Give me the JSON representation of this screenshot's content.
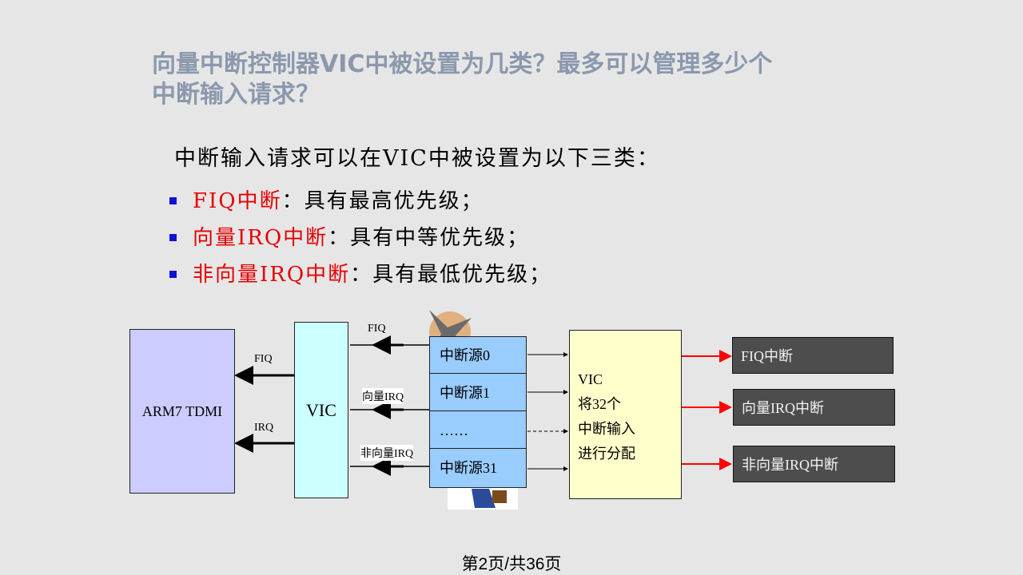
{
  "title": {
    "line1": "向量中断控制器VIC中被设置为几类？最多可以管理多少个",
    "line2": "中断输入请求？"
  },
  "intro": "中断输入请求可以在VIC中被设置为以下三类：",
  "bullets": [
    {
      "label": "FIQ中断",
      "rest": "：具有最高优先级；"
    },
    {
      "label": "向量IRQ中断",
      "rest": "：具有中等优先级；"
    },
    {
      "label": "非向量IRQ中断",
      "rest": "：具有最低优先级；"
    }
  ],
  "diagram": {
    "cpu": "ARM7 TDMI",
    "vic": "VIC",
    "fiq_cpu": "FIQ",
    "irq_cpu": "IRQ",
    "fiq_top": "FIQ",
    "vec_irq": "向量IRQ",
    "nonvec_irq": "非向量IRQ",
    "sources": [
      "中断源0",
      "中断源1",
      "……",
      "中断源31"
    ],
    "dispatcher": [
      "VIC",
      "将32个",
      "中断输入",
      "进行分配"
    ],
    "outputs": [
      "FIQ中断",
      "向量IRQ中断",
      "非向量IRQ中断"
    ],
    "colors": {
      "cpu": "#ccccff",
      "vic": "#ccffff",
      "sources": "#99ccff",
      "dispatcher": "#ffffcc",
      "outputs": "#4d4d4d",
      "arrow_red": "#ff0000"
    }
  },
  "footer": "第2页/共36页"
}
